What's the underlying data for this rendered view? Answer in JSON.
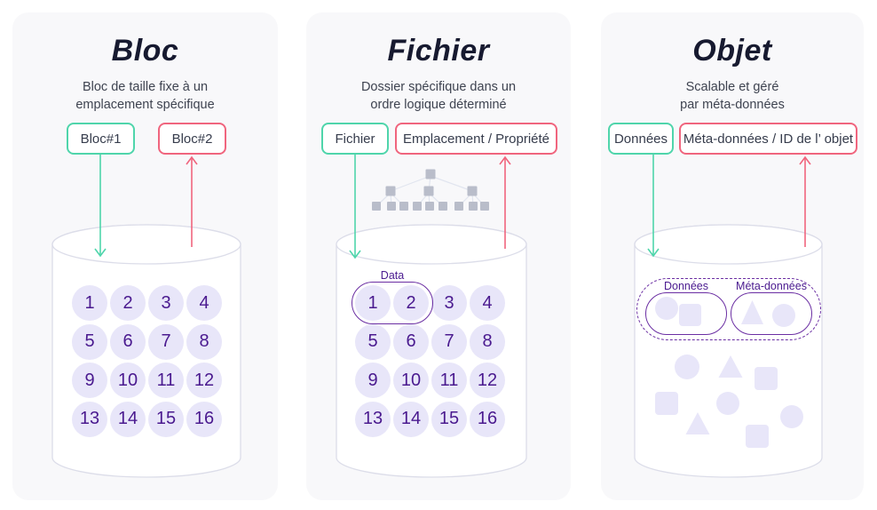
{
  "colors": {
    "teal": "#4fd5ab",
    "red": "#f0657e",
    "purple": "#6b2fa3",
    "purple_dark": "#4a1a8f",
    "lavender": "#e8e6f9",
    "cyl_stroke": "#dcdde9",
    "card_bg": "#f8f8fa",
    "title_ink": "#171a30",
    "subtitle_ink": "#3e4350",
    "tag_ink": "#363c4c",
    "tree_fill": "#b9bdca",
    "tree_line": "#e1e5ef"
  },
  "panels": [
    {
      "title": "Bloc",
      "subtitle": [
        "Bloc de taille fixe à un",
        "emplacement spécifique"
      ],
      "tag_left": "Bloc#1",
      "tag_right": "Bloc#2",
      "blocks": [
        "1",
        "2",
        "3",
        "4",
        "5",
        "6",
        "7",
        "8",
        "9",
        "10",
        "11",
        "12",
        "13",
        "14",
        "15",
        "16"
      ]
    },
    {
      "title": "Fichier",
      "subtitle": [
        "Dossier spécifique dans un",
        "ordre logique déterminé"
      ],
      "tag_left": "Fichier",
      "tag_right": "Emplacement / Propriété",
      "data_label": "Data",
      "blocks": [
        "1",
        "2",
        "3",
        "4",
        "5",
        "6",
        "7",
        "8",
        "9",
        "10",
        "11",
        "12",
        "13",
        "14",
        "15",
        "16"
      ]
    },
    {
      "title": "Objet",
      "subtitle": [
        "Scalable et géré",
        "par méta-données"
      ],
      "tag_left": "Données",
      "tag_right": "Méta-données / ID de l’ objet",
      "cluster": {
        "left_label": "Données",
        "right_label": "Méta-données"
      }
    }
  ]
}
